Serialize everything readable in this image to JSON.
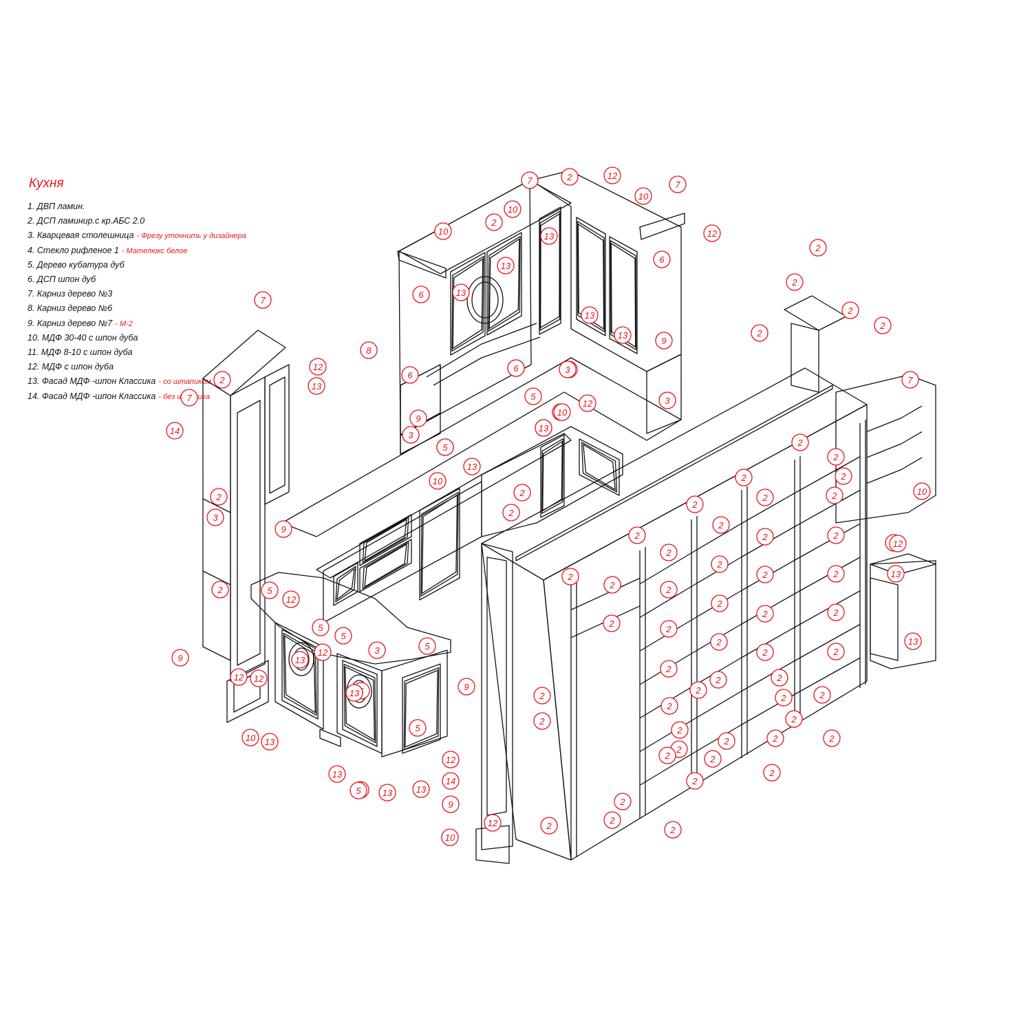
{
  "legend": {
    "title": "Кухня",
    "items": [
      {
        "text": "1.   ДВП ламин.",
        "note": ""
      },
      {
        "text": "2.  ДСП ламинир.с кр.АБС 2.0",
        "note": ""
      },
      {
        "text": "3. Кварцевая столешница",
        "note": "- Фрезу уточнить у дизайнера"
      },
      {
        "text": "4. Стекло рифленое  1",
        "note": "- Мателюкс белое"
      },
      {
        "text": "5. Дерево кубатура дуб",
        "note": ""
      },
      {
        "text": "6. ДСП шпон дуб",
        "note": ""
      },
      {
        "text": "7. Карниз дерево №3",
        "note": ""
      },
      {
        "text": "8. Карниз дерево  №6",
        "note": ""
      },
      {
        "text": "9. Карниз дерево  №7",
        "note": "- М-2"
      },
      {
        "text": "10. МДФ  30-40  с шпон дуба",
        "note": ""
      },
      {
        "text": "11. МДФ  8-10  с шпон дуба",
        "note": ""
      },
      {
        "text": "12.  МДФ с шпон дуба",
        "note": ""
      },
      {
        "text": "13. Фасад МДФ -шпон Классика",
        "note": "- со штапиком"
      },
      {
        "text": "14. Фасад МДФ -шпон Классика",
        "note": "- без штапика"
      }
    ]
  },
  "callouts": [
    "7",
    "10",
    "2",
    "2",
    "10",
    "12",
    "10",
    "7",
    "12",
    "6",
    "13",
    "13",
    "13",
    "13",
    "13",
    "6",
    "6",
    "5",
    "6",
    "5",
    "8",
    "6",
    "9",
    "3",
    "5",
    "3",
    "9",
    "13",
    "3",
    "10",
    "12",
    "13",
    "7",
    "2",
    "7",
    "14",
    "12",
    "13",
    "2",
    "3",
    "9",
    "2",
    "9",
    "12",
    "12",
    "10",
    "13",
    "5",
    "5",
    "13",
    "5",
    "12",
    "5",
    "12",
    "9",
    "5",
    "13",
    "13",
    "13",
    "13",
    "10",
    "13",
    "10",
    "12",
    "2",
    "2",
    "3",
    "3",
    "2",
    "5",
    "13",
    "5",
    "14",
    "9",
    "10",
    "12",
    "2",
    "2",
    "2",
    "2",
    "2",
    "2",
    "2",
    "2",
    "2",
    "2",
    "2",
    "2",
    "2",
    "2",
    "2",
    "2",
    "2",
    "2",
    "2",
    "2",
    "2",
    "2",
    "2",
    "2",
    "2",
    "2",
    "2",
    "2",
    "2",
    "2",
    "2",
    "2",
    "2",
    "2",
    "2",
    "2",
    "2",
    "2",
    "2",
    "2",
    "2",
    "2",
    "2",
    "2",
    "2",
    "2",
    "2",
    "2",
    "2",
    "2",
    "2",
    "2",
    "2",
    "2",
    "7",
    "10",
    "12",
    "13",
    "13",
    "2",
    "2",
    "3",
    "3",
    "2"
  ]
}
